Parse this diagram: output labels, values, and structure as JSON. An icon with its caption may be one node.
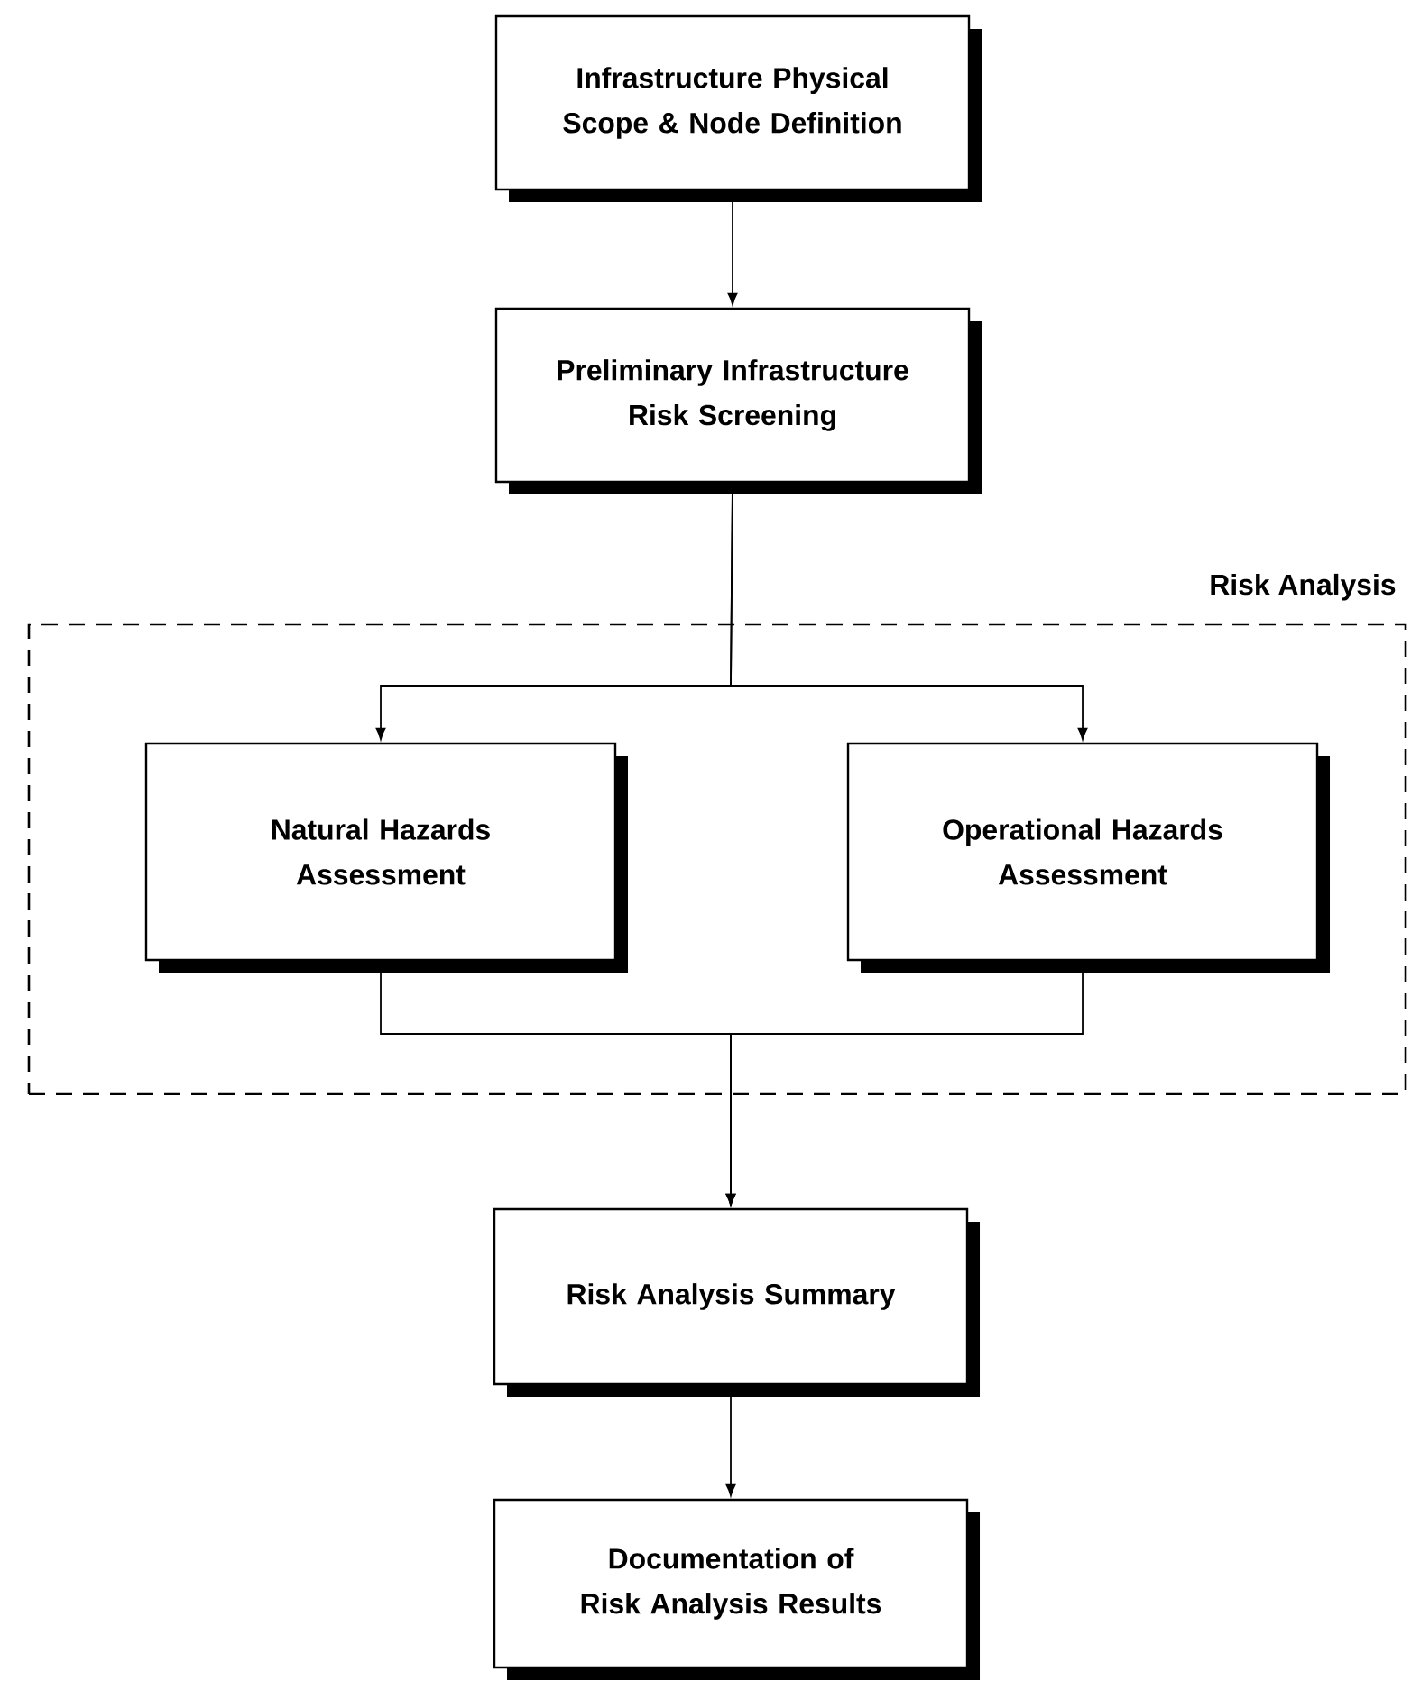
{
  "diagram": {
    "nodes": [
      {
        "text": [
          "Infrastructure Physical Scope & Node Definition"
        ]
      },
      {
        "text": [
          "Preliminary Infrastructure Risk Screening"
        ]
      },
      {
        "text": [
          "Risk Analysis"
        ]
      },
      {
        "text": [
          "Natural Hazards Assessment"
        ],
        "in": 2
      },
      {
        "text": [
          "Operational Hazards Assessment"
        ],
        "in": 2
      },
      {
        "text": [
          "Risk Analysis Summary"
        ]
      },
      {
        "text": [
          "Documentation of Risk Analysis Results"
        ]
      }
    ],
    "edges": [
      {
        "from": 0,
        "to": 1,
        "arrow": "to"
      },
      {
        "from": 1,
        "to": 3,
        "arrow": "to"
      },
      {
        "from": 1,
        "to": 4,
        "arrow": "to"
      },
      {
        "from": 3,
        "to": 5,
        "arrow": "to"
      },
      {
        "from": 4,
        "to": 5,
        "arrow": "to"
      },
      {
        "from": 5,
        "to": 6,
        "arrow": "to"
      }
    ]
  }
}
